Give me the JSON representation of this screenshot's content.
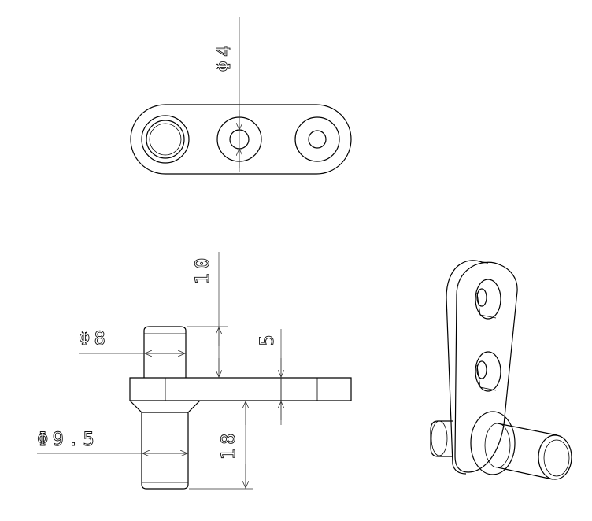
{
  "drawing": {
    "dimensions": {
      "top_hole_diameter": "Φ4",
      "height_above": "10",
      "plate_thickness": "5",
      "pin_diameter": "Φ8",
      "shoulder_diameter": "Φ9.5",
      "pin_length": "18"
    }
  }
}
